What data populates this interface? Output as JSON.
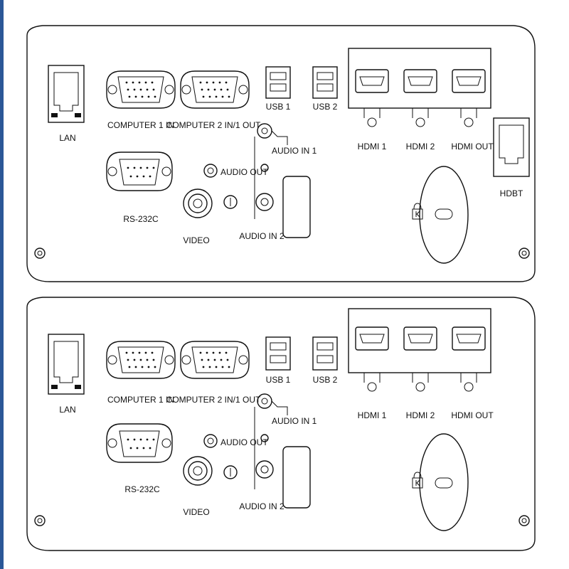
{
  "panels": [
    {
      "labels": {
        "lan": "LAN",
        "computer1": "COMPUTER 1 IN",
        "computer2": "COMPUTER 2 IN/1 OUT",
        "usb1": "USB 1",
        "usb2": "USB 2",
        "hdmi1": "HDMI 1",
        "hdmi2": "HDMI 2",
        "hdmiout": "HDMI OUT",
        "hdbt": "HDBT",
        "rs232": "RS-232C",
        "audioout": "AUDIO OUT",
        "audioin1": "AUDIO IN 1",
        "audioin2": "AUDIO IN 2",
        "video": "VIDEO"
      }
    },
    {
      "labels": {
        "lan": "LAN",
        "computer1": "COMPUTER 1 IN",
        "computer2": "COMPUTER 2 IN/1 OUT",
        "usb1": "USB 1",
        "usb2": "USB 2",
        "hdmi1": "HDMI 1",
        "hdmi2": "HDMI 2",
        "hdmiout": "HDMI OUT",
        "rs232": "RS-232C",
        "audioout": "AUDIO OUT",
        "audioin1": "AUDIO IN 1",
        "audioin2": "AUDIO IN 2",
        "video": "VIDEO"
      }
    }
  ]
}
